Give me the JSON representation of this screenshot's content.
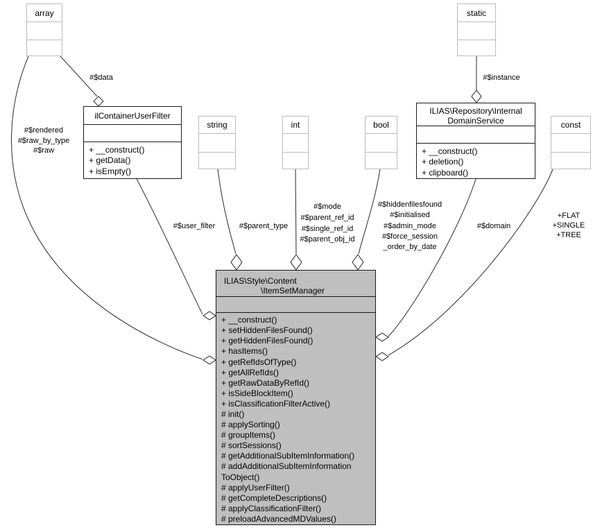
{
  "diagram": {
    "type": "uml-collaboration-diagram",
    "colors": {
      "main_node_fill": "#bfbfbf",
      "node_fill": "#ffffff",
      "gray_border": "#bcbcbc",
      "class_border": "#1a1a1a",
      "edge": "#3c3c3c",
      "text": "#000000"
    },
    "nodes": {
      "array": {
        "title": "array"
      },
      "static": {
        "title": "static"
      },
      "string": {
        "title": "string"
      },
      "int": {
        "title": "int"
      },
      "bool": {
        "title": "bool"
      },
      "const": {
        "title": "const"
      },
      "user_filter": {
        "title": "ilContainerUserFilter",
        "methods": [
          "+ __construct()",
          "+ getData()",
          "+ isEmpty()"
        ]
      },
      "domain_service": {
        "title_lines": [
          "ILIAS\\Repository\\Internal",
          "DomainService"
        ],
        "methods": [
          "+ __construct()",
          "+ deletion()",
          "+ clipboard()"
        ]
      },
      "item_set_manager": {
        "title_lines": [
          "ILIAS\\Style\\Content",
          "\\ItemSetManager"
        ],
        "methods": [
          "+ __construct()",
          "+ setHiddenFilesFound()",
          "+ getHiddenFilesFound()",
          "+ hasItems()",
          "+ getRefIdsOfType()",
          "+ getAllRefIds()",
          "+ getRawDataByRefId()",
          "+ isSideBlockItem()",
          "+ isClassificationFilterActive()",
          "# init()",
          "# applySorting()",
          "# groupItems()",
          "# sortSessions()",
          "# getAdditionalSubItemInformation()",
          "# addAdditionalSubItemInformation",
          "ToObject()",
          "# applyUserFilter()",
          "# getCompleteDescriptions()",
          "# applyClassificationFilter()",
          "# preloadAdvancedMDValues()"
        ]
      }
    },
    "edge_labels": {
      "data": "#$data",
      "instance": "#$instance",
      "rendered_block": [
        "#$rendered",
        "#$raw_by_type",
        "#$raw"
      ],
      "user_filter": "#$user_filter",
      "parent_type": "#$parent_type",
      "mode_block": [
        "#$mode",
        "#$parent_ref_id",
        "#$single_ref_id",
        "#$parent_obj_id"
      ],
      "hidden_block": [
        "#$hiddenfilesfound",
        "#$initialised",
        "#$admin_mode",
        "#$force_session",
        "_order_by_date"
      ],
      "domain": "#$domain",
      "const_block": [
        "+FLAT",
        "+SINGLE",
        "+TREE"
      ]
    }
  }
}
